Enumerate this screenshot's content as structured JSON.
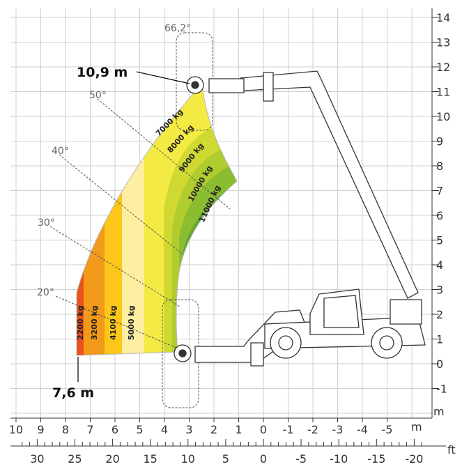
{
  "chart_data": {
    "type": "load-chart",
    "axes": {
      "height_m": {
        "ticks": [
          "14",
          "13",
          "12",
          "11",
          "10",
          "9",
          "8",
          "7",
          "6",
          "5",
          "4",
          "3",
          "2",
          "1",
          "0",
          "-1"
        ],
        "unit": "m"
      },
      "reach_m": {
        "ticks": [
          "10",
          "9",
          "8",
          "7",
          "6",
          "5",
          "4",
          "3",
          "2",
          "1",
          "0",
          "-1",
          "-2",
          "-3",
          "-4",
          "-5"
        ],
        "unit": "m"
      },
      "reach_ft": {
        "ticks": [
          "30",
          "25",
          "20",
          "15",
          "10",
          "5",
          "0",
          "-5",
          "-10",
          "-15",
          "-20"
        ],
        "unit": "ft"
      }
    },
    "angles": [
      "66,2°",
      "50°",
      "40°",
      "30°",
      "20°"
    ],
    "load_zones": [
      {
        "label": "2200 kg",
        "color": "#e8521d"
      },
      {
        "label": "3200 kg",
        "color": "#f39a1a"
      },
      {
        "label": "4100 kg",
        "color": "#fcc61a"
      },
      {
        "label": "5000 kg",
        "color": "#fdeea1"
      },
      {
        "label": "7000 kg",
        "color": "#f3ea43"
      },
      {
        "label": "8000 kg",
        "color": "#d0d931"
      },
      {
        "label": "9000 kg",
        "color": "#b0cd30"
      },
      {
        "label": "10000 kg",
        "color": "#8bbd31"
      },
      {
        "label": "11000 kg",
        "color": "#66a733"
      }
    ],
    "max_height": "10,9 m",
    "max_reach": "7,6 m",
    "grid": true
  }
}
